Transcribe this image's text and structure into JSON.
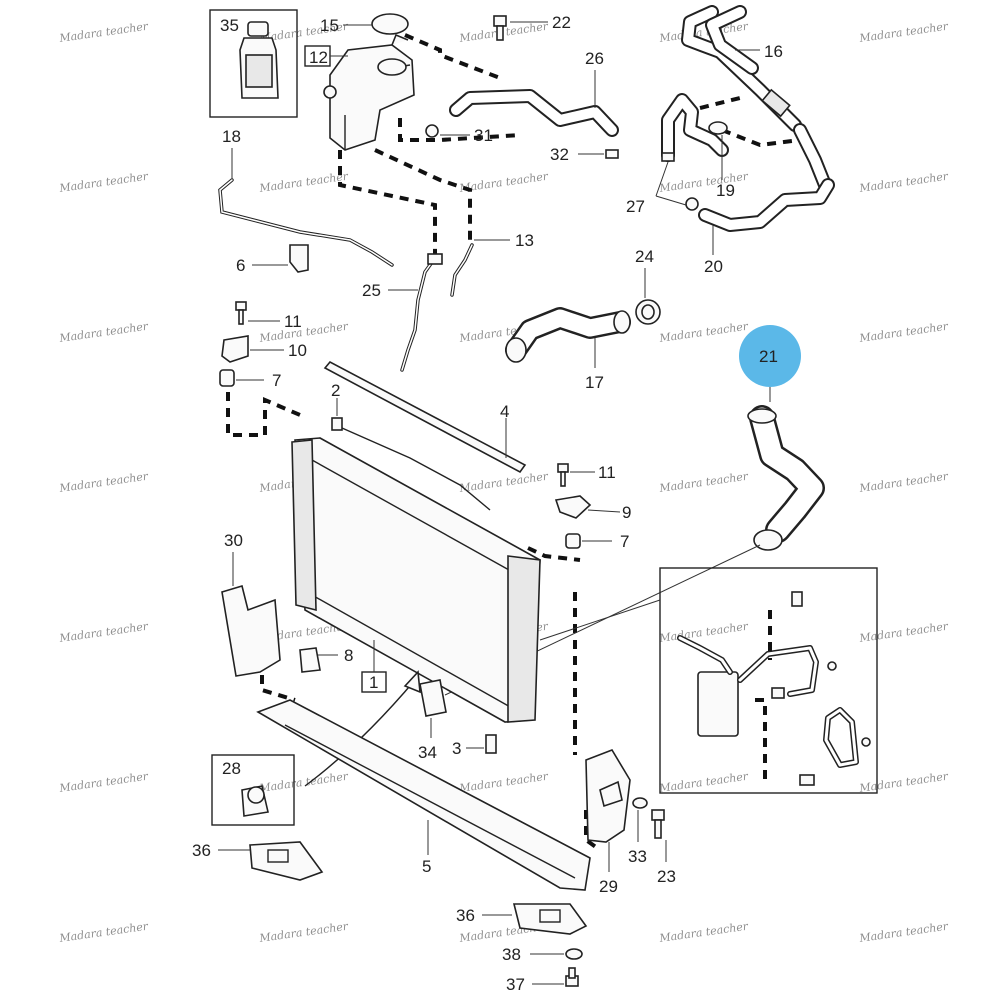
{
  "callouts": {
    "c35": "35",
    "c15": "15",
    "c22": "22",
    "c12": "12",
    "c16": "16",
    "c26": "26",
    "c18": "18",
    "c31": "31",
    "c32": "32",
    "c19": "19",
    "c27": "27",
    "c13": "13",
    "c6": "6",
    "c25": "25",
    "c20": "20",
    "c24": "24",
    "c11a": "11",
    "c10": "10",
    "c17": "17",
    "c21": "21",
    "c7a": "7",
    "c2": "2",
    "c4": "4",
    "c11b": "11",
    "c9": "9",
    "c7b": "7",
    "c30": "30",
    "c8": "8",
    "c1": "1",
    "c34": "34",
    "c3": "3",
    "c28": "28",
    "c33": "33",
    "c23": "23",
    "c36a": "36",
    "c5": "5",
    "c29": "29",
    "c36b": "36",
    "c38": "38",
    "c37": "37"
  },
  "watermark": "Madara teacher",
  "colors": {
    "highlight": "#5BB8E8",
    "ink": "#222222"
  }
}
